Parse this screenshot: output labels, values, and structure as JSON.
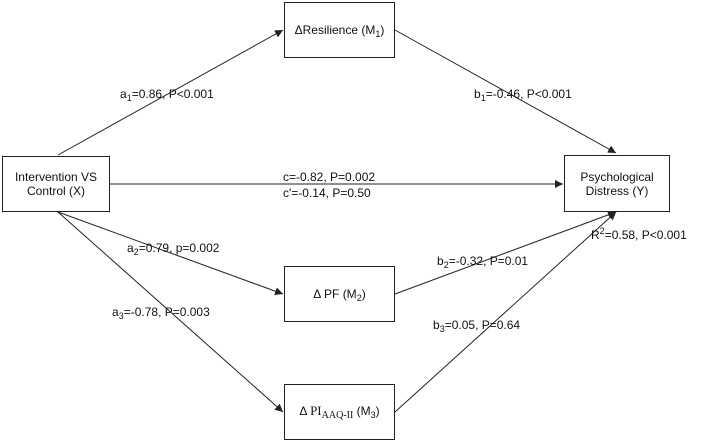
{
  "nodes": {
    "x": {
      "line1": "Intervention VS",
      "line2": "Control (X)"
    },
    "y": {
      "line1": "Psychological",
      "line2": "Distress (Y)"
    },
    "m1": {
      "delta": "Δ",
      "name": "Resilience",
      "open": "(M",
      "sub": "1",
      "close": ")"
    },
    "m2": {
      "delta": "Δ",
      "name": "PF",
      "open": "(M",
      "sub": "2",
      "close": ")"
    },
    "m3": {
      "delta": "Δ",
      "name": "PI",
      "name_sub": "AAQ-II",
      "open": "(M",
      "sub": "3",
      "close": ")"
    }
  },
  "paths": {
    "a1": {
      "sym": "a",
      "sub": "1",
      "text": "=0.86, P<0.001"
    },
    "b1": {
      "sym": "b",
      "sub": "1",
      "text": "=-0.46, P<0.001"
    },
    "c": {
      "text": "c=-0.82, P=0.002"
    },
    "c_prime": {
      "text": "c'=-0.14, P=0.50"
    },
    "a2": {
      "sym": "a",
      "sub": "2",
      "text": "=0.79, p=0.002"
    },
    "b2": {
      "sym": "b",
      "sub": "2",
      "text": "=-0.32, P=0.01"
    },
    "a3": {
      "sym": "a",
      "sub": "3",
      "text": "=-0.78, P=0.003"
    },
    "b3": {
      "sym": "b",
      "sub": "3",
      "text": "=0.05, P=0.64"
    },
    "r2": {
      "sym": "R",
      "sup": "2",
      "text": "=0.58, P<0.001"
    }
  },
  "colors": {
    "line": "#222222",
    "text": "#111111",
    "background": "#ffffff"
  }
}
